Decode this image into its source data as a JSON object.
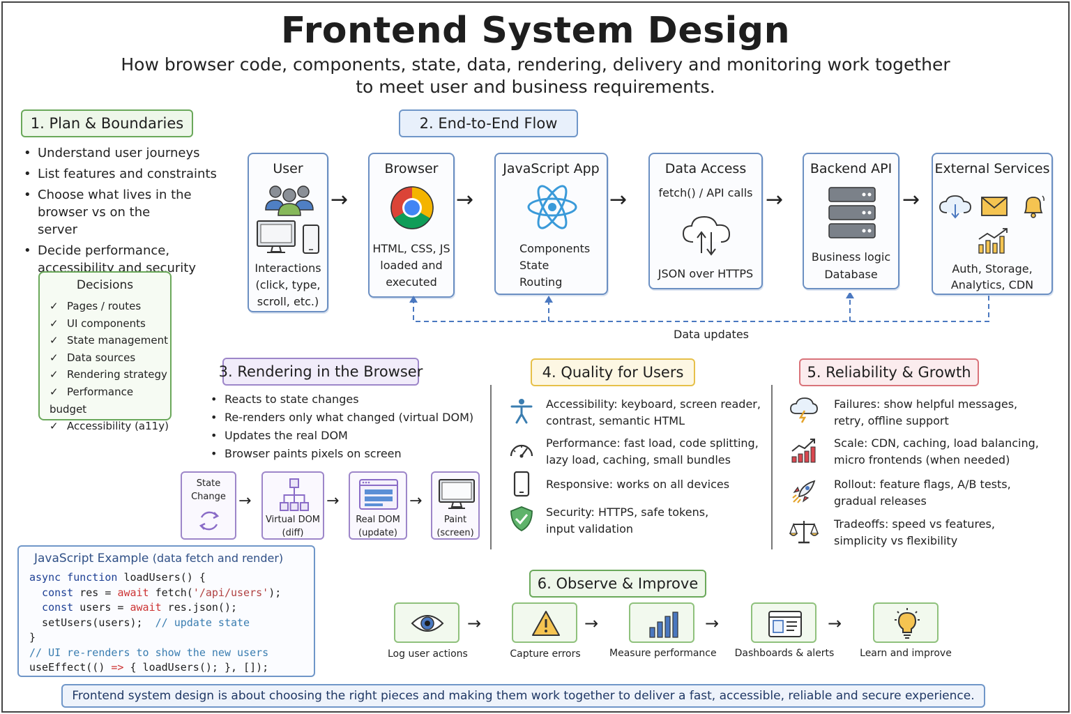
{
  "title": "Frontend System Design",
  "subtitle_line1": "How browser code, components, state, data, rendering, delivery and monitoring work together",
  "subtitle_line2": "to meet user and business requirements.",
  "plan": {
    "header": "1. Plan & Boundaries",
    "bullets": [
      "Understand user journeys",
      "List features and constraints",
      "Choose what lives in the browser vs on the server",
      "Decide performance, accessibility and security goals"
    ],
    "decisions_title": "Decisions",
    "decisions": [
      "Pages / routes",
      "UI components",
      "State management",
      "Data sources",
      "Rendering strategy",
      "Performance budget",
      "Accessibility (a11y)"
    ],
    "check_glyph": "✓"
  },
  "flow": {
    "header": "2. End-to-End Flow",
    "user": {
      "title": "User",
      "text": [
        "Interactions",
        "(click, type,",
        "scroll, etc.)"
      ]
    },
    "browser": {
      "title": "Browser",
      "text": [
        "HTML, CSS, JS",
        "loaded and",
        "executed"
      ]
    },
    "js_app": {
      "title": "JavaScript App",
      "text": [
        "Components",
        "State",
        "Routing"
      ]
    },
    "data_access": {
      "title": "Data Access",
      "subtitle": "fetch() / API calls",
      "text": "JSON over HTTPS"
    },
    "backend": {
      "title": "Backend API",
      "text": [
        "Business logic",
        "Database"
      ]
    },
    "external": {
      "title": "External Services",
      "text": [
        "Auth, Storage,",
        "Analytics, CDN"
      ]
    },
    "data_updates": "Data updates",
    "arrow_glyph": "→"
  },
  "rendering": {
    "header": "3. Rendering in the Browser",
    "bullets": [
      "Reacts to state changes",
      "Re-renders only what changed (virtual DOM)",
      "Updates the real DOM",
      "Browser paints pixels on screen"
    ],
    "steps": [
      {
        "line1": "State",
        "line2": "Change"
      },
      {
        "line1": "Virtual DOM",
        "line2": "(diff)"
      },
      {
        "line1": "Real DOM",
        "line2": "(update)"
      },
      {
        "line1": "Paint",
        "line2": "(screen)"
      }
    ]
  },
  "quality": {
    "header": "4. Quality for Users",
    "items": [
      {
        "l1": "Accessibility: keyboard, screen reader,",
        "l2": "contrast, semantic HTML",
        "icon": "accessibility-icon"
      },
      {
        "l1": "Performance: fast load, code splitting,",
        "l2": "lazy load, caching, small bundles",
        "icon": "gauge-icon"
      },
      {
        "l1": "Responsive: works on all devices",
        "l2": "",
        "icon": "phone-icon"
      },
      {
        "l1": "Security: HTTPS, safe tokens,",
        "l2": "input validation",
        "icon": "shield-check-icon"
      }
    ]
  },
  "reliability": {
    "header": "5. Reliability & Growth",
    "items": [
      {
        "l1": "Failures: show helpful messages,",
        "l2": "retry, offline support",
        "icon": "storm-cloud-icon"
      },
      {
        "l1": "Scale: CDN, caching, load balancing,",
        "l2": "micro frontends (when needed)",
        "icon": "growth-chart-icon"
      },
      {
        "l1": "Rollout: feature flags, A/B tests,",
        "l2": "gradual releases",
        "icon": "rocket-icon"
      },
      {
        "l1": "Tradeoffs: speed vs features,",
        "l2": "simplicity vs flexibility",
        "icon": "balance-scale-icon"
      }
    ]
  },
  "code": {
    "title": "JavaScript Example",
    "title_paren": "(data fetch and render)",
    "lines": {
      "l1_kw": "async function",
      "l1_rest": " loadUsers() {",
      "l2_kw": "  const",
      "l2_a": " res = ",
      "l2_aw": "await",
      "l2_b": " fetch(",
      "l2_str": "'/api/users'",
      "l2_c": ");",
      "l3_kw": "  const",
      "l3_a": " users = ",
      "l3_aw": "await",
      "l3_b": " res.json();",
      "l4_a": "  setUsers(users);  ",
      "l4_cm": "// update state",
      "l5": "}",
      "l6_cm": "// UI re-renders to show the new users",
      "l7_a": "useEffect(() ",
      "l7_aw": "=>",
      "l7_b": " { loadUsers(); }, []);"
    }
  },
  "observe": {
    "header": "6. Observe & Improve",
    "steps": [
      "Log user actions",
      "Capture errors",
      "Measure performance",
      "Dashboards & alerts",
      "Learn and improve"
    ]
  },
  "footer": "Frontend system design is about choosing the right pieces and making them work together to deliver a fast, accessible, reliable and secure experience.",
  "colors": {
    "green_border": "#6aa85a",
    "blue_border": "#6f96c8",
    "purple_border": "#9d86c9",
    "yellow_border": "#e6c049",
    "red_border": "#d9737a",
    "dashed_update_line": "#4a78c0"
  }
}
